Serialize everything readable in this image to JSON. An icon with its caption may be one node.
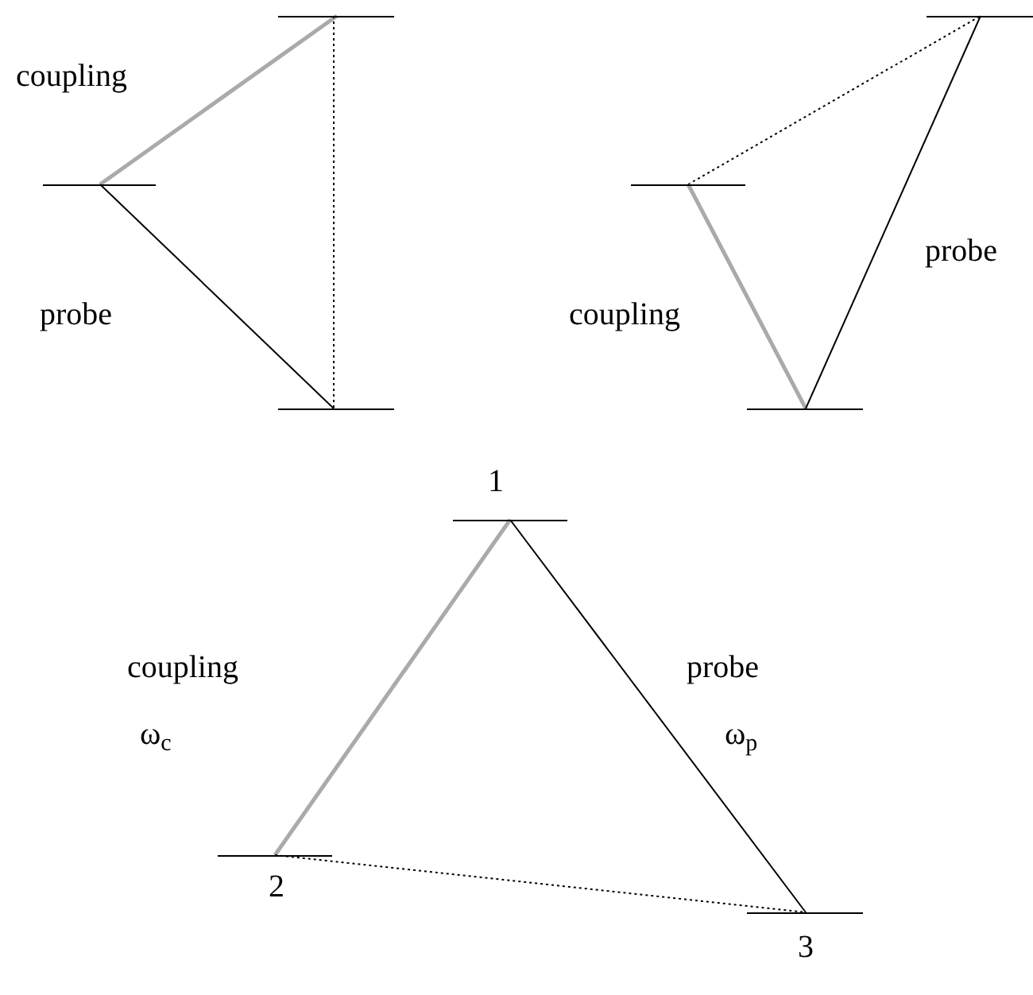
{
  "diagram": {
    "nodes": [
      {
        "text": [],
        "shape": "bar"
      },
      {
        "text": [],
        "shape": "bar"
      },
      {
        "text": [],
        "shape": "bar"
      },
      {
        "text": [],
        "shape": "bar"
      },
      {
        "text": [],
        "shape": "bar"
      },
      {
        "text": [],
        "shape": "bar"
      },
      {
        "text": [],
        "shape": "bar",
        "beside": [
          "1"
        ]
      },
      {
        "text": [],
        "shape": "bar",
        "beside": [
          "2"
        ]
      },
      {
        "text": [],
        "shape": "bar",
        "beside": [
          "3"
        ]
      }
    ],
    "edges": [
      {
        "from": 1,
        "to": 0,
        "arrow": "none",
        "style": "thick",
        "color": "#aaaaaa"
      },
      {
        "from": 1,
        "to": 2,
        "arrow": "none"
      },
      {
        "from": 0,
        "to": 2,
        "arrow": "none",
        "style": "dashed"
      },
      {
        "from": 4,
        "to": 3,
        "arrow": "none",
        "style": "dashed"
      },
      {
        "from": 4,
        "to": 5,
        "arrow": "none",
        "style": "thick",
        "color": "#aaaaaa"
      },
      {
        "from": 5,
        "to": 3,
        "arrow": "none"
      },
      {
        "from": 7,
        "to": 6,
        "arrow": "none",
        "style": "thick",
        "color": "#aaaaaa"
      },
      {
        "from": 6,
        "to": 8,
        "arrow": "none"
      },
      {
        "from": 7,
        "to": 8,
        "arrow": "none",
        "style": "dashed"
      }
    ],
    "labels": [
      "coupling",
      "probe",
      "coupling",
      "probe",
      "coupling",
      "probe",
      "ω$_{c}$",
      "ω$_{p}$"
    ]
  }
}
